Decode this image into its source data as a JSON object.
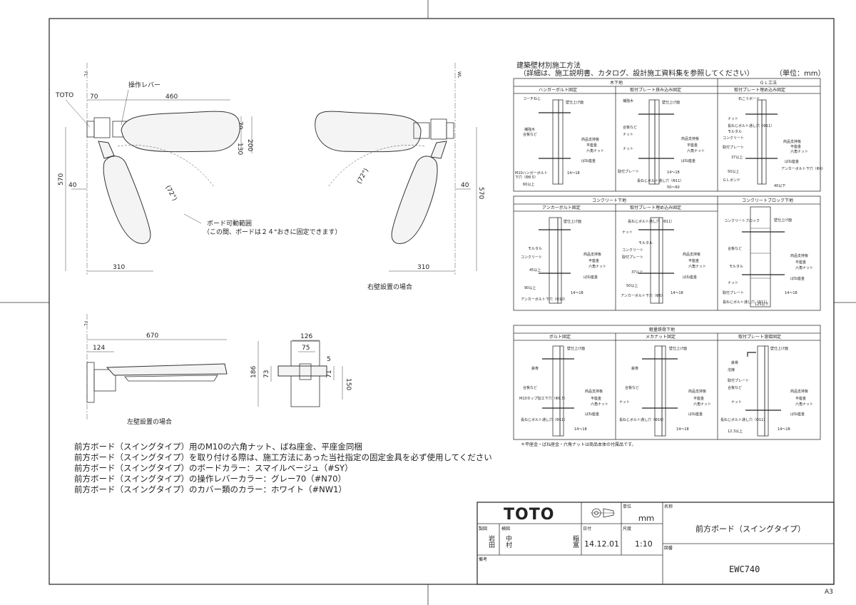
{
  "drawing": {
    "labels": {
      "fl": "FL",
      "wl": "WL",
      "toto": "TOTO",
      "lever": "操作レバー",
      "range_title": "ボード可動範囲",
      "range_note": "（この間、ボードは２４°おきに固定できます）",
      "angle": "(72°)",
      "right_caption": "右壁設置の場合",
      "left_caption": "左壁設置の場合"
    },
    "dims": {
      "d70": "70",
      "d460": "460",
      "d200": "200",
      "d130": "130",
      "d70v": "70",
      "d570": "570",
      "d40": "40",
      "d310": "310",
      "d670": "670",
      "d124": "124",
      "d126": "126",
      "d75": "75",
      "d5": "5",
      "d186": "186",
      "d73": "73",
      "d71": "71",
      "d150": "150"
    }
  },
  "methods": {
    "title": "建築壁材別施工方法",
    "subtitle": "（詳細は、施工説明書、カタログ、設計施工資料集を参照してください）",
    "unit": "（単位：mm）",
    "groups": {
      "wood": "木下地",
      "gl": "ＧＬ工法",
      "concrete": "コンクリート下地",
      "block": "コンクリートブロック下地",
      "steel": "軽量鉄骨下地"
    },
    "cells": {
      "hanger": "ハンガーボルト固定",
      "plate_clamp": "取付プレート挟み込み固定",
      "plate_embed_gl": "取付プレート埋め込み固定",
      "anchor": "アンカーボルト固定",
      "plate_embed_c": "取付プレート埋め込み固定",
      "bolt": "ボルト固定",
      "mekanut": "メカナット固定",
      "plate_weld": "取付プレート溶接固定"
    },
    "callouts": {
      "finish": "壁仕上げ面",
      "support": "商品支持板",
      "washer": "平座金",
      "nut": "六角ナット",
      "spring": "ばね座金",
      "plywood": "合板など",
      "coach": "コーチねじ",
      "wood": "補強木",
      "nut2": "ナット",
      "plate": "取付プレート",
      "concrete": "コンクリート",
      "mortar": "モルタル",
      "m10": "M10ハンガーボルト",
      "hole85": "下穴（Φ8.5）",
      "over60": "60以上",
      "r1418": "14〜18",
      "r5060": "50〜60",
      "hole11": "長ねじボルト通し穴（Φ11）",
      "over45": "45以上",
      "over90": "90以上",
      "over37": "37以上",
      "over50": "50以上",
      "anchor_hole": "アンカーボルト下穴（Φ10）",
      "anchor_hole6": "アンカーボルト下穴（Φ6）",
      "under125": "125以下",
      "under40": "40以下",
      "gl_bond": "ＧＬボンド",
      "gypsum": "石こうボード",
      "block": "コンクリートブロック",
      "steel": "鉄骨",
      "weld": "溶接",
      "over123": "12.3以上",
      "hole16": "長ねじボルト通し穴（Φ16）",
      "m10tap": "M10タップ加工下穴（Φ8.5）",
      "footnote": "＊平座金・ばね座金・六角ナットは商品本体の付属品です。"
    }
  },
  "notes": [
    "前方ボード（スイングタイプ）用のM10の六角ナット、ばね座金、平座金同梱",
    "前方ボード（スイングタイプ）を取り付ける際は、施工方法にあった当社指定の固定金具を必ず使用してください",
    "前方ボード（スイングタイプ）のボードカラー：スマイルベージュ（#SY）",
    "前方ボード（スイングタイプ）の操作レバーカラー：グレー70（#N70）",
    "前方ボード（スイングタイプ）のカバー類のカラー：ホワイト（#NW1）"
  ],
  "titleblock": {
    "brand": "TOTO",
    "unit_label": "単位",
    "unit_value": "ｍｍ",
    "name_label": "名称",
    "name_value": "前方ボード（スイングタイプ）",
    "drawn_label": "製図",
    "drawn_value": "岩田",
    "checked_label": "検図",
    "checked1": "中村",
    "checked2": "稲富",
    "date_label": "日付",
    "date_value": "14.12.01",
    "scale_label": "尺度",
    "scale_value": "1:10",
    "number_label": "図番",
    "number_value": "EWC740",
    "remarks_label": "備考",
    "sheet": "A3"
  }
}
